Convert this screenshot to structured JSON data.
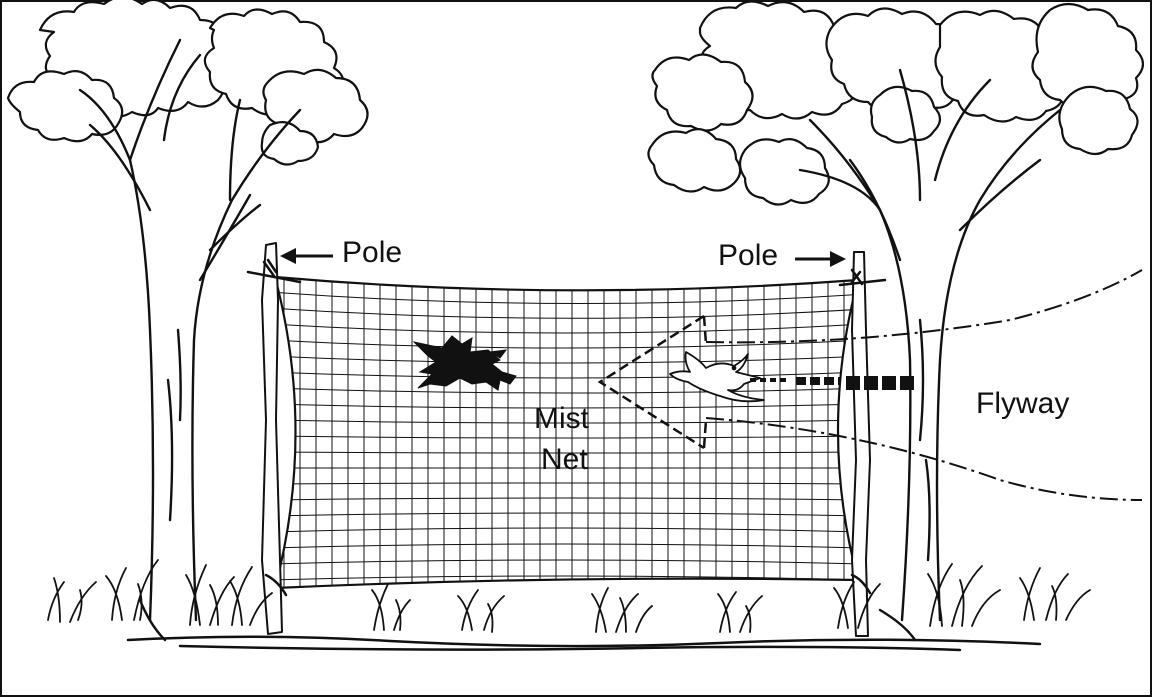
{
  "labels": {
    "pole_left": "Pole",
    "pole_right": "Pole",
    "net_line1": "Mist",
    "net_line2": "Net",
    "flyway": "Flyway"
  },
  "colors": {
    "ink": "#111111",
    "paper": "#ffffff",
    "foliage": "#ffffff"
  },
  "icons": [
    "left-arrow-icon",
    "right-arrow-icon",
    "caught-bird-icon",
    "flying-bird-icon",
    "flyway-cone-icon"
  ]
}
